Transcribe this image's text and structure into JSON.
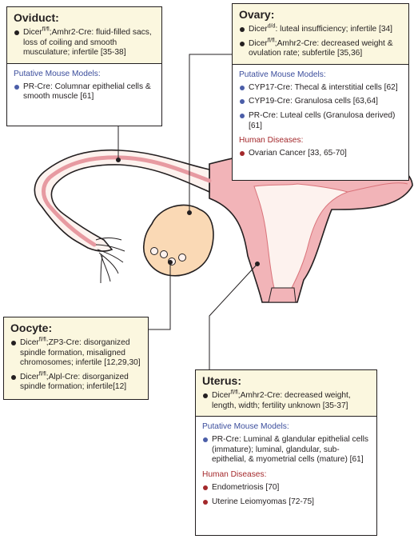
{
  "colors": {
    "header_fill": "#fbf7df",
    "tissue_pink": "#f2b4b8",
    "tissue_line": "#d9737a",
    "ovary_fill": "#fad9b5",
    "putative_blue": "#3b4d9c",
    "disease_red": "#a3282b"
  },
  "oviduct": {
    "title": "Oviduct:",
    "items": [
      {
        "gene": "Dicer",
        "sup": "fl/fl",
        "text": ";Amhr2-Cre: fluid-filled sacs, loss of coiling and smooth musculature; infertile [35-38]"
      }
    ],
    "putative_title": "Putative Mouse Models:",
    "putative": [
      "PR-Cre: Columnar epithelial cells & smooth muscle [61]"
    ]
  },
  "ovary": {
    "title": "Ovary:",
    "items": [
      {
        "gene": "Dicer",
        "sup": "d/d",
        "text": ":  luteal insufficiency; infertile [34]"
      },
      {
        "gene": "Dicer",
        "sup": "fl/fl",
        "text": ";Amhr2-Cre:  decreased weight & ovulation rate; subfertile [35,36]"
      }
    ],
    "putative_title": "Putative Mouse Models:",
    "putative": [
      "CYP17-Cre: Thecal & interstitial cells [62]",
      "CYP19-Cre: Granulosa cells [63,64]",
      "PR-Cre: Luteal cells (Granulosa derived) [61]"
    ],
    "diseases_title": "Human Diseases:",
    "diseases": [
      "Ovarian Cancer [33, 65-70]"
    ]
  },
  "oocyte": {
    "title": "Oocyte:",
    "items": [
      {
        "gene": "Dicer",
        "sup": "fl/fl",
        "text": ";ZP3-Cre: disorganized spindle formation, misaligned chromosomes; infertile [12,29,30]"
      },
      {
        "gene": "Dicer",
        "sup": "fl/fl",
        "text": ";Alpl-Cre: disorganized spindle formation; infertile[12]"
      }
    ]
  },
  "uterus": {
    "title": "Uterus:",
    "items": [
      {
        "gene": "Dicer",
        "sup": "fl/fl",
        "text": ";Amhr2-Cre: decreased weight, length, width; fertility unknown [35-37]"
      }
    ],
    "putative_title": "Putative Mouse Models:",
    "putative": [
      "PR-Cre: Luminal & glandular epithelial cells (immature); luminal, glandular, sub-epithelial, & myometrial cells (mature) [61]"
    ],
    "diseases_title": "Human Diseases:",
    "diseases": [
      "Endometriosis [70]",
      "Uterine Leiomyomas [72-75]"
    ]
  }
}
